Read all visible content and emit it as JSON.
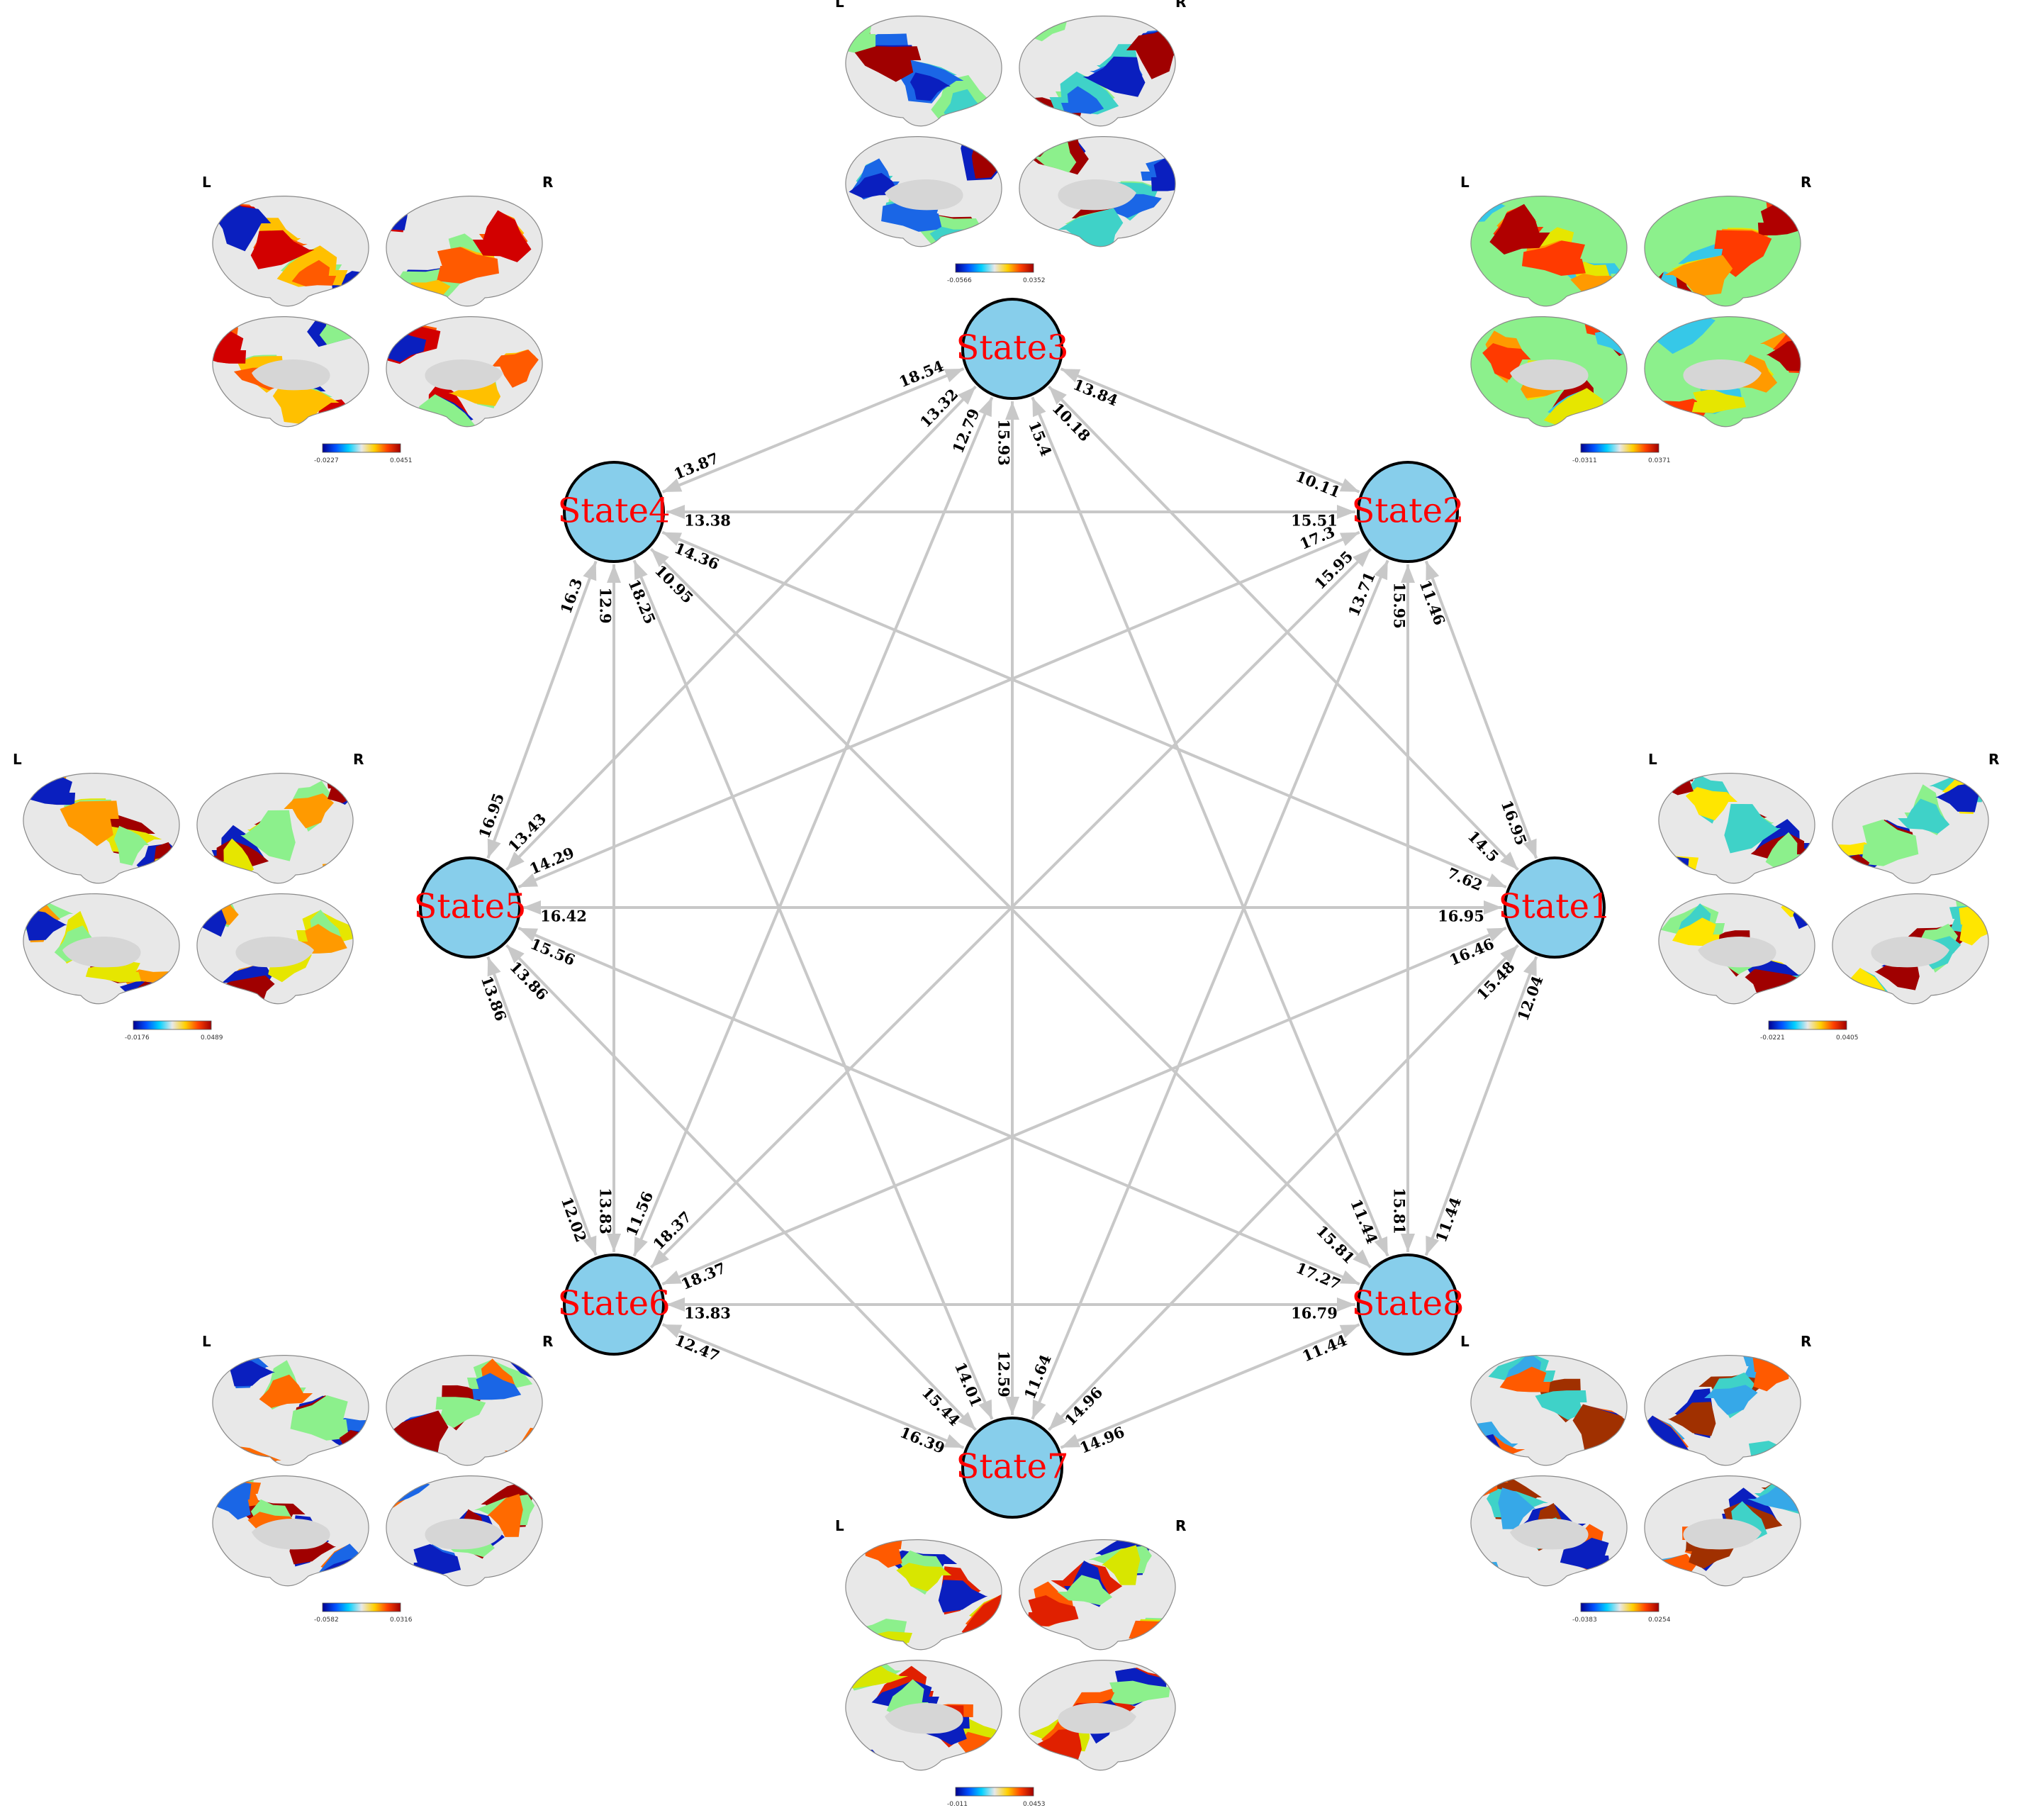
{
  "nodes": [
    {
      "id": "s1",
      "label": "State1"
    },
    {
      "id": "s2",
      "label": "State2"
    },
    {
      "id": "s3",
      "label": "State3"
    },
    {
      "id": "s4",
      "label": "State4"
    },
    {
      "id": "s5",
      "label": "State5"
    },
    {
      "id": "s6",
      "label": "State6"
    },
    {
      "id": "s7",
      "label": "State7"
    },
    {
      "id": "s8",
      "label": "State8"
    }
  ],
  "edges": [
    {
      "a": "s3",
      "b": "s4",
      "la": "18.54",
      "lb": "13.87"
    },
    {
      "a": "s3",
      "b": "s2",
      "la": "13.84",
      "lb": "10.11"
    },
    {
      "a": "s3",
      "b": "s5",
      "la": "13.32",
      "lb": "13.43"
    },
    {
      "a": "s3",
      "b": "s6",
      "la": "12.79",
      "lb": "11.56"
    },
    {
      "a": "s3",
      "b": "s7",
      "la": "15.93",
      "lb": "12.59"
    },
    {
      "a": "s3",
      "b": "s8",
      "la": "15.4",
      "lb": "11.44"
    },
    {
      "a": "s3",
      "b": "s1",
      "la": "10.18",
      "lb": "14.5"
    },
    {
      "a": "s4",
      "b": "s2",
      "la": "13.38",
      "lb": "15.51"
    },
    {
      "a": "s4",
      "b": "s1",
      "la": "14.36",
      "lb": "7.62"
    },
    {
      "a": "s4",
      "b": "s8",
      "la": "10.95",
      "lb": "15.81"
    },
    {
      "a": "s4",
      "b": "s7",
      "la": "18.25",
      "lb": "14.01"
    },
    {
      "a": "s4",
      "b": "s6",
      "la": "12.9",
      "lb": "13.83"
    },
    {
      "a": "s4",
      "b": "s5",
      "la": "16.3",
      "lb": "16.95"
    },
    {
      "a": "s2",
      "b": "s5",
      "la": "17.3",
      "lb": "14.29"
    },
    {
      "a": "s2",
      "b": "s6",
      "la": "15.95",
      "lb": "18.37"
    },
    {
      "a": "s2",
      "b": "s7",
      "la": "13.71",
      "lb": "11.64"
    },
    {
      "a": "s2",
      "b": "s8",
      "la": "15.95",
      "lb": "15.81"
    },
    {
      "a": "s2",
      "b": "s1",
      "la": "11.46",
      "lb": "16.95"
    },
    {
      "a": "s5",
      "b": "s1",
      "la": "16.42",
      "lb": "16.95"
    },
    {
      "a": "s5",
      "b": "s8",
      "la": "15.56",
      "lb": "17.27"
    },
    {
      "a": "s5",
      "b": "s7",
      "la": "13.86",
      "lb": "15.44"
    },
    {
      "a": "s5",
      "b": "s6",
      "la": "13.86",
      "lb": "12.02"
    },
    {
      "a": "s6",
      "b": "s1",
      "la": "18.37",
      "lb": "16.46"
    },
    {
      "a": "s6",
      "b": "s8",
      "la": "13.83",
      "lb": "16.79"
    },
    {
      "a": "s6",
      "b": "s7",
      "la": "12.47",
      "lb": "16.39"
    },
    {
      "a": "s7",
      "b": "s1",
      "la": "14.96",
      "lb": "15.48"
    },
    {
      "a": "s7",
      "b": "s8",
      "la": "14.96",
      "lb": "11.44"
    },
    {
      "a": "s8",
      "b": "s1",
      "la": "11.44",
      "lb": "12.04"
    }
  ],
  "brain_panels": [
    {
      "id": "s3",
      "left_label": "L",
      "right_label": "R",
      "cbar_min": "-0.0566",
      "cbar_max": "0.0352",
      "palette": [
        "#0a1fbf",
        "#1a66e6",
        "#3fd2c8",
        "#8cf08c",
        "#a00000",
        "#e8e8e8"
      ]
    },
    {
      "id": "s4",
      "left_label": "L",
      "right_label": "R",
      "cbar_min": "-0.0227",
      "cbar_max": "0.0451",
      "palette": [
        "#d20000",
        "#ff5a00",
        "#ffc000",
        "#8cf08c",
        "#0a1fbf",
        "#e8e8e8"
      ]
    },
    {
      "id": "s2",
      "left_label": "L",
      "right_label": "R",
      "cbar_min": "-0.0311",
      "cbar_max": "0.0371",
      "palette": [
        "#b00000",
        "#ff3a00",
        "#ff9a00",
        "#e6e600",
        "#36c8e8",
        "#8cf08c"
      ]
    },
    {
      "id": "s5",
      "left_label": "L",
      "right_label": "R",
      "cbar_min": "-0.0176",
      "cbar_max": "0.0489",
      "palette": [
        "#0a1fbf",
        "#ff9a00",
        "#8cf08c",
        "#e6e600",
        "#a00000",
        "#e8e8e8"
      ]
    },
    {
      "id": "s1",
      "left_label": "L",
      "right_label": "R",
      "cbar_min": "-0.0221",
      "cbar_max": "0.0405",
      "palette": [
        "#0a1fbf",
        "#ffe600",
        "#3fd2c8",
        "#8cf08c",
        "#a00000",
        "#e8e8e8"
      ]
    },
    {
      "id": "s6",
      "left_label": "L",
      "right_label": "R",
      "cbar_min": "-0.0582",
      "cbar_max": "0.0316",
      "palette": [
        "#0a1fbf",
        "#1a66e6",
        "#ff6a00",
        "#8cf08c",
        "#a00000",
        "#e8e8e8"
      ]
    },
    {
      "id": "s8",
      "left_label": "L",
      "right_label": "R",
      "cbar_min": "-0.0383",
      "cbar_max": "0.0254",
      "palette": [
        "#0a1fbf",
        "#ff5a00",
        "#36a8e8",
        "#3fd2c8",
        "#a03000",
        "#e8e8e8"
      ]
    },
    {
      "id": "s7",
      "left_label": "L",
      "right_label": "R",
      "cbar_min": "-0.011",
      "cbar_max": "0.0453",
      "palette": [
        "#e02000",
        "#ff5a00",
        "#d8e600",
        "#8cf08c",
        "#0a1fbf",
        "#e8e8e8"
      ]
    }
  ],
  "colorbar_gradient": [
    "#00008f",
    "#0050ff",
    "#00d0ff",
    "#e8e8e8",
    "#ffd000",
    "#ff4000",
    "#a00000"
  ],
  "colors": {
    "node_fill": "#87ceeb",
    "node_stroke": "#000000",
    "node_text": "#ff0000",
    "edge": "#c8c8c8"
  }
}
